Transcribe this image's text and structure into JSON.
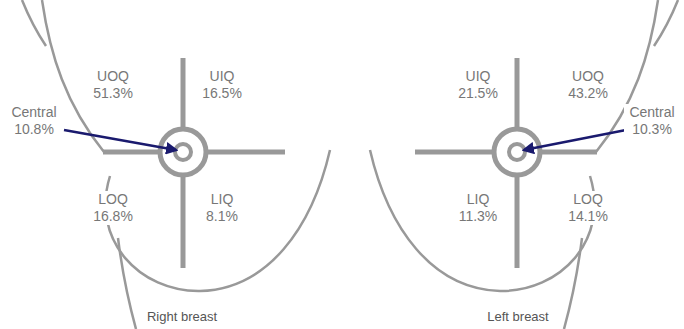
{
  "diagram": {
    "labels": [
      "UOQ 51.3%",
      "UIQ 16.5%",
      "Central 10.8%",
      "LOQ 16.8%",
      "LIQ 8.1%",
      "Right breast",
      "UIQ 21.5%",
      "UOQ 43.2%",
      "Central 10.3%",
      "LIQ 11.3%",
      "LOQ 14.1%",
      "Left breast"
    ]
  }
}
